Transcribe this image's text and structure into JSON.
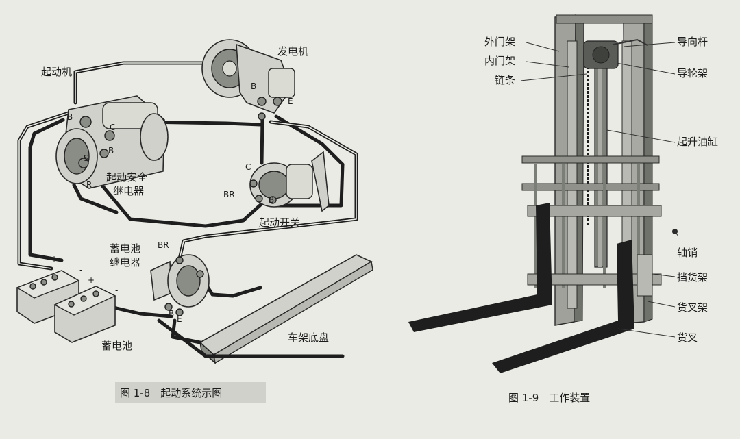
{
  "figure_left": {
    "caption": "图 1-8　起动系统示图",
    "labels": {
      "starter": "起动机",
      "generator": "发电机",
      "safety_relay_line1": "起动安全",
      "safety_relay_line2": "继电器",
      "ignition_switch": "起动开关",
      "battery_relay_line1": "蓄电池",
      "battery_relay_line2": "继电器",
      "battery": "蓄电池",
      "chassis": "车架底盘"
    },
    "terminals": {
      "starter_b_top": "B",
      "starter_c": "C",
      "starter_b_low": "B",
      "starter_s": "S",
      "starter_r": "R",
      "generator_b": "B",
      "generator_e": "E",
      "switch_c": "C",
      "switch_br": "BR",
      "switch_b": "B",
      "relay_br": "BR",
      "relay_b": "B",
      "relay_e": "E",
      "plus_1": "+",
      "minus_1": "-",
      "plus_2": "+",
      "minus_2": "-"
    }
  },
  "figure_right": {
    "caption": "图 1-9　工作装置",
    "labels": {
      "outer_mast": "外门架",
      "inner_mast": "内门架",
      "chain": "链条",
      "guide_rod": "导向杆",
      "guide_wheel_frame": "导轮架",
      "lift_cylinder": "起升油缸",
      "pin": "轴销",
      "load_backrest": "挡货架",
      "fork_carriage": "货叉架",
      "fork": "货叉"
    }
  }
}
